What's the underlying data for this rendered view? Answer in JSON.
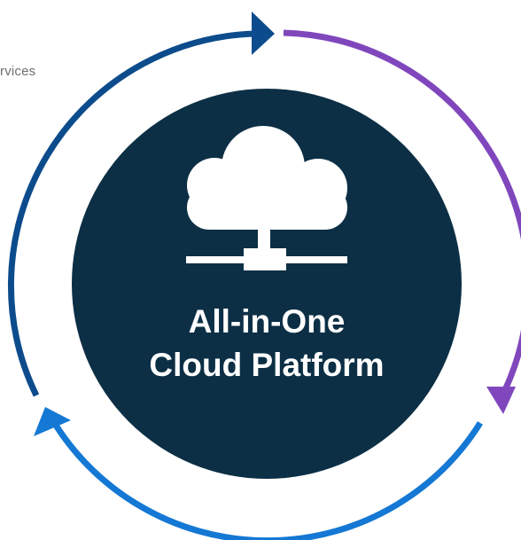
{
  "partial_label": "rvices",
  "center": {
    "title_line1": "All-in-One",
    "title_line2": "Cloud Platform",
    "icon": "cloud-network-icon"
  },
  "colors": {
    "center_circle": "#0c2f45",
    "arc_top_left": "#0d4c8c",
    "arc_right": "#8047bd",
    "arc_bottom": "#1478d4",
    "icon": "#ffffff"
  }
}
